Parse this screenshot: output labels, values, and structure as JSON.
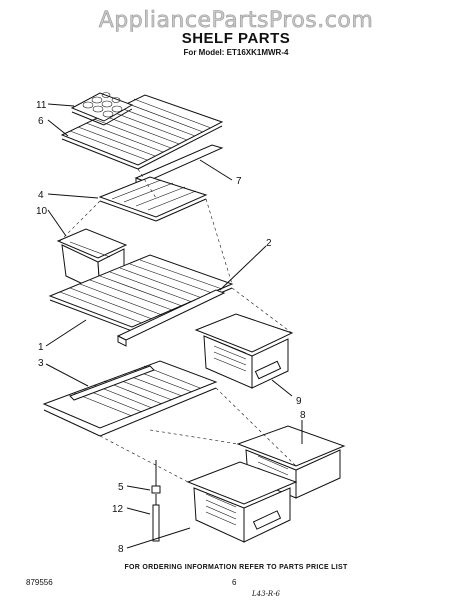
{
  "header": {
    "watermark": "AppliancePartsPros.com",
    "title": "SHELF PARTS",
    "model": "For Model: ET16XK1MWR-4"
  },
  "callouts": [
    "11",
    "6",
    "7",
    "4",
    "10",
    "2",
    "1",
    "3",
    "9",
    "8",
    "5",
    "12",
    "8"
  ],
  "footer": {
    "note": "FOR ORDERING INFORMATION REFER TO PARTS PRICE LIST",
    "doc_number": "879556",
    "page_number": "6",
    "handwritten": "L43-R-6"
  }
}
